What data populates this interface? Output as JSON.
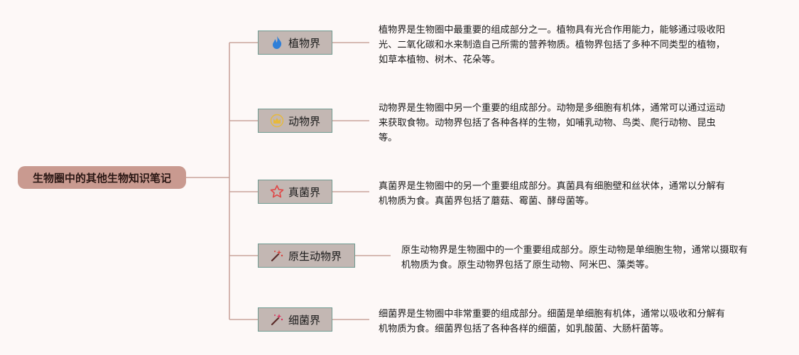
{
  "root": {
    "title": "生物圈中的其他生物知识笔记"
  },
  "branches": [
    {
      "label": "植物界",
      "icon": "fire-icon",
      "icon_color": "#2f7fd8",
      "description": "植物界是生物圈中最重要的组成部分之一。植物具有光合作用能力，能够通过吸收阳光、二氧化碳和水来制造自己所需的营养物质。植物界包括了多种不同类型的植物，如草本植物、树木、花朵等。"
    },
    {
      "label": "动物界",
      "icon": "crown-icon",
      "icon_color": "#e7b93a",
      "description": "动物界是生物圈中另一个重要的组成部分。动物是多细胞有机体，通常可以通过运动来获取食物。动物界包括了各种各样的生物，如哺乳动物、鸟类、爬行动物、昆虫等。"
    },
    {
      "label": "真菌界",
      "icon": "star-icon",
      "icon_color": "#e04646",
      "description": "真菌界是生物圈中的另一个重要组成部分。真菌具有细胞壁和丝状体，通常以分解有机物质为食。真菌界包括了蘑菇、霉菌、酵母菌等。"
    },
    {
      "label": "原生动物界",
      "icon": "magic-wand-icon",
      "icon_color": "#d9423c",
      "description": "原生动物界是生物圈中的一个重要组成部分。原生动物是单细胞生物，通常以摄取有机物质为食。原生动物界包括了原生动物、阿米巴、藻类等。"
    },
    {
      "label": "细菌界",
      "icon": "magic-wand-icon",
      "icon_color": "#d9305c",
      "description": "细菌界是生物圈中非常重要的组成部分。细菌是单细胞有机体，通常以吸收和分解有机物质为食。细菌界包括了各种各样的细菌，如乳酸菌、大肠杆菌等。"
    }
  ]
}
